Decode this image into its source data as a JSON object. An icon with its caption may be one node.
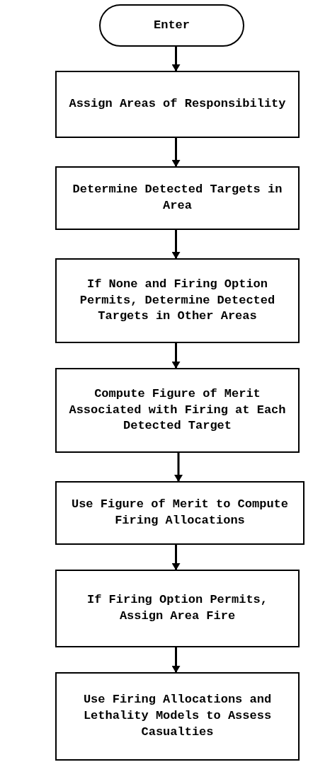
{
  "diagram": {
    "nodes": [
      {
        "text": [
          "Enter"
        ]
      },
      {
        "text": [
          "Assign Areas of Responsibility"
        ]
      },
      {
        "text": [
          "Determine Detected Targets in Area"
        ]
      },
      {
        "text": [
          "If None and Firing Option Permits, Determine Detected Targets in Other Areas"
        ]
      },
      {
        "text": [
          "Compute Figure of Merit Associated with Firing at Each Detected Target"
        ]
      },
      {
        "text": [
          "Use Figure of Merit to Compute Firing Allocations"
        ]
      },
      {
        "text": [
          "If Firing Option Permits, Assign Area Fire"
        ]
      },
      {
        "text": [
          "Use Firing Allocations and Lethality Models to Assess Casualties"
        ]
      }
    ],
    "edges": [
      {
        "from": 0,
        "to": 1,
        "arrow": "to"
      },
      {
        "from": 1,
        "to": 2,
        "arrow": "to"
      },
      {
        "from": 2,
        "to": 3,
        "arrow": "to"
      },
      {
        "from": 3,
        "to": 4,
        "arrow": "to"
      },
      {
        "from": 4,
        "to": 5,
        "arrow": "to"
      },
      {
        "from": 5,
        "to": 6,
        "arrow": "to"
      },
      {
        "from": 6,
        "to": 7,
        "arrow": "to"
      }
    ]
  }
}
